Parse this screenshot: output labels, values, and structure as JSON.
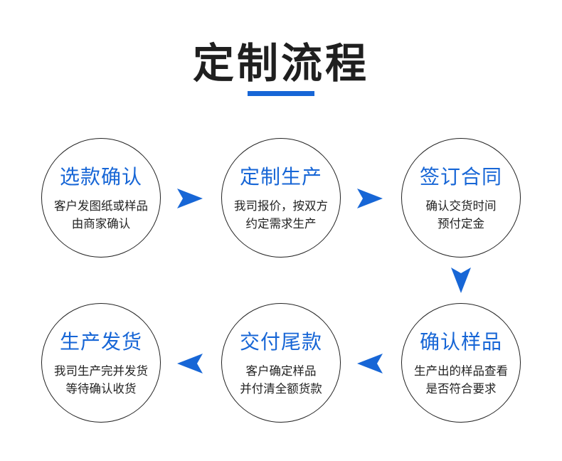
{
  "title": "定制流程",
  "colors": {
    "accent": "#1766d6",
    "circle_border": "#222222",
    "text": "#222222"
  },
  "steps": [
    {
      "title": "选款确认",
      "desc": [
        "客户发图纸或样品",
        "由商家确认"
      ]
    },
    {
      "title": "定制生产",
      "desc": [
        "我司报价，按双方",
        "约定需求生产"
      ]
    },
    {
      "title": "签订合同",
      "desc": [
        "确认交货时间",
        "预付定金"
      ]
    },
    {
      "title": "确认样品",
      "desc": [
        "生产出的样品查看",
        "是否符合要求"
      ]
    },
    {
      "title": "交付尾款",
      "desc": [
        "客户确定样品",
        "并付清全额货款"
      ]
    },
    {
      "title": "生产发货",
      "desc": [
        "我司生产完并发货",
        "等待确认收货"
      ]
    }
  ],
  "arrows": [
    "arrow-right-icon",
    "arrow-right-icon",
    "arrow-down-icon",
    "arrow-left-icon",
    "arrow-left-icon"
  ]
}
